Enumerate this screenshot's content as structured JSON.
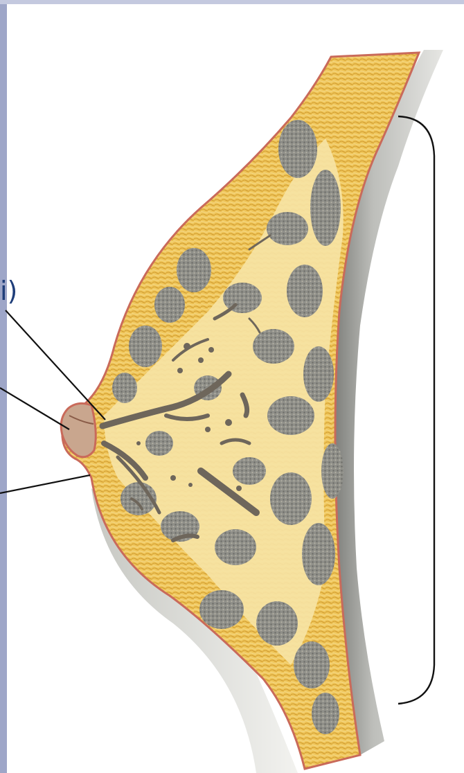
{
  "diagram": {
    "labels": {
      "partial_label": "i)"
    },
    "colors": {
      "left_band": "#9ea6c8",
      "label_text": "#1f3e7a",
      "fat": "#efc65a",
      "stroma": "#f6e3a4",
      "lobule": "#8c8c86",
      "duct": "#7d756a",
      "skin": "#c96a5a",
      "chest_wall": "#a9aaa6",
      "outline": "#111111"
    },
    "icons": [
      "breast-cross-section-illustration",
      "bracket"
    ]
  }
}
